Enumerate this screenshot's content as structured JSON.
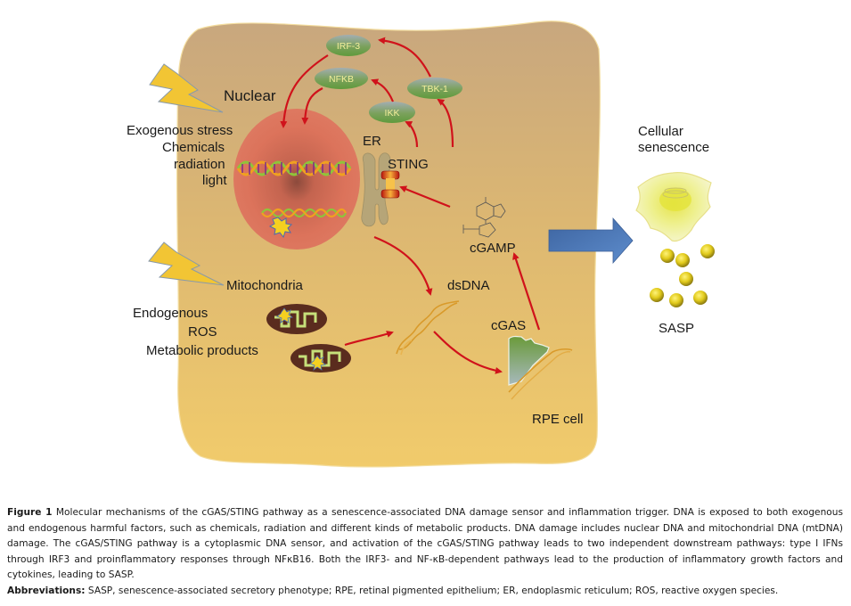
{
  "figure": {
    "labels": {
      "nuclear": "Nuclear",
      "exogenous_stress": "Exogenous stress",
      "chemicals": "Chemicals",
      "radiation": "radiation",
      "light": "light",
      "er": "ER",
      "sting": "STING",
      "cgamp": "cGAMP",
      "mitochondria": "Mitochondria",
      "endogenous": "Endogenous",
      "ros": "ROS",
      "metabolic_products": "Metabolic products",
      "dsdna": "dsDNA",
      "cgas": "cGAS",
      "rpe_cell": "RPE cell",
      "cellular_senescence_line1": "Cellular",
      "cellular_senescence_line2": "senescence",
      "sasp": "SASP"
    },
    "proteins": [
      {
        "id": "irf3",
        "label": "IRF-3"
      },
      {
        "id": "nfkb",
        "label": "NFKB"
      },
      {
        "id": "ikk",
        "label": "IKK"
      },
      {
        "id": "tbk1",
        "label": "TBK-1"
      }
    ],
    "colors": {
      "cell_top": "#c9a97f",
      "cell_bottom": "#f0ca6c",
      "nucleus": "#d9735a",
      "arrow_red": "#d0121b",
      "protein_green": "#6f9a4e",
      "protein_text": "#f2ee9a",
      "big_arrow_blue": "#4f7cb8",
      "sasp_yellow": "#d8c21a",
      "lightning": "#f1c232"
    }
  },
  "caption": {
    "figure_label": "Figure 1",
    "figure_text": "Molecular mechanisms of the cGAS/STING pathway as a senescence-associated DNA damage sensor and inflammation trigger. DNA is exposed to both exogenous and endogenous harmful factors, such as chemicals, radiation and different kinds of metabolic products. DNA damage includes nuclear DNA and mitochondrial DNA (mtDNA) damage. The cGAS/STING pathway is a cytoplasmic DNA sensor, and activation of the cGAS/STING pathway leads to two independent downstream pathways: type I IFNs through IRF3 and proinflammatory responses through NFκB16. Both the IRF3- and NF-κB-dependent pathways lead to the production of inflammatory growth factors and cytokines, leading to SASP.",
    "abbreviations_label": "Abbreviations:",
    "abbreviations_text": "SASP, senescence-associated secretory phenotype; RPE, retinal pigmented epithelium; ER, endoplasmic reticulum; ROS, reactive oxygen species."
  }
}
